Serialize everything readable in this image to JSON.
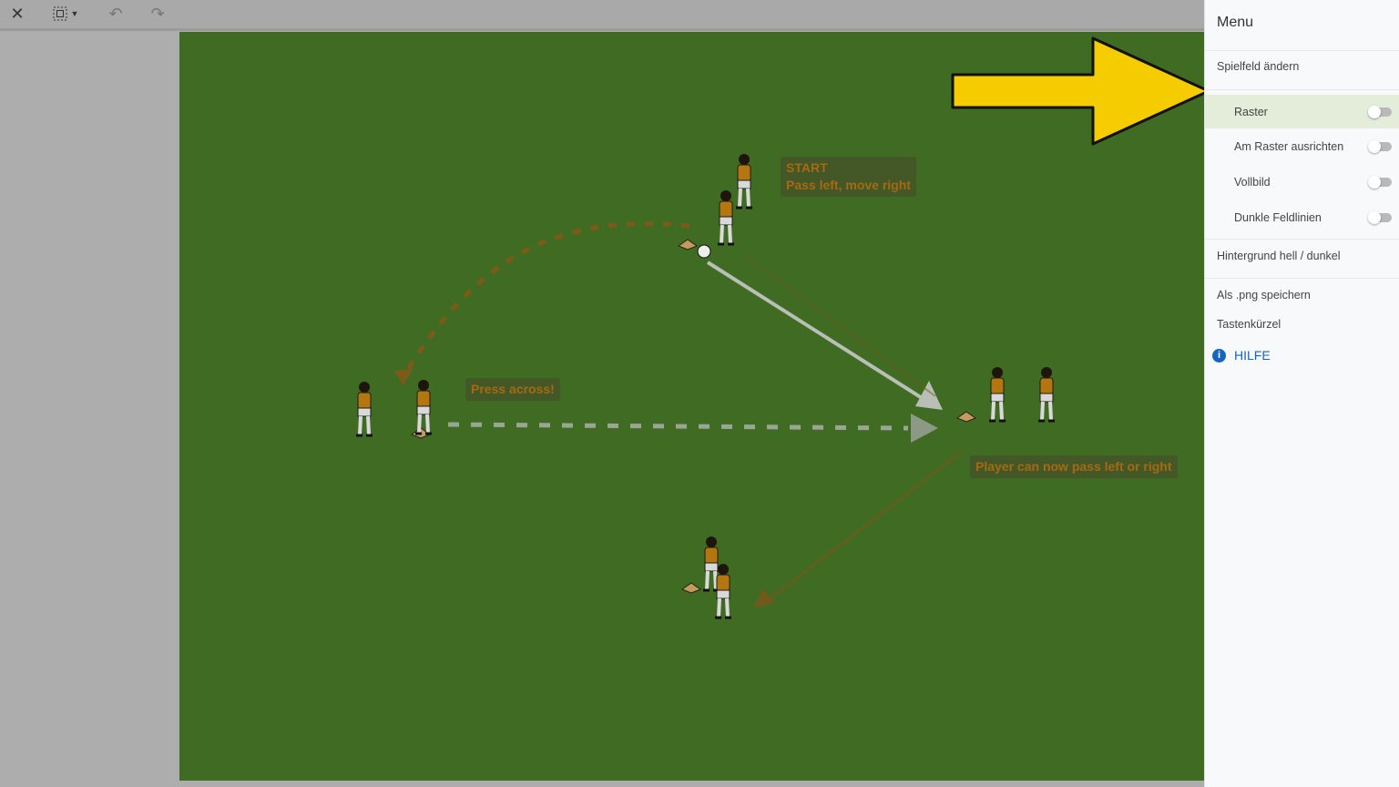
{
  "toolbar": {
    "close_icon": "close-icon",
    "select_icon": "selection-icon",
    "undo_icon": "undo-icon",
    "redo_icon": "redo-icon"
  },
  "field": {
    "notes": {
      "start_title": "START",
      "start_text": "Pass left, move right",
      "press": "Press across!",
      "player": "Player can now pass left or right"
    }
  },
  "menu": {
    "title": "Menu",
    "items": [
      {
        "label": "Spielfeld ändern"
      },
      {
        "label": "Raster",
        "toggle": false
      },
      {
        "label": "Am Raster ausrichten",
        "toggle": false
      },
      {
        "label": "Vollbild",
        "toggle": false
      },
      {
        "label": "Dunkle Feldlinien",
        "toggle": false
      },
      {
        "label": "Hintergrund hell / dunkel"
      },
      {
        "label": "Als .png speichern"
      },
      {
        "label": "Tastenkürzel"
      },
      {
        "label": "HILFE"
      }
    ]
  },
  "colors": {
    "arrow": "#f5cc00",
    "help": "#1565c0",
    "highlight": "#e3edd9"
  }
}
